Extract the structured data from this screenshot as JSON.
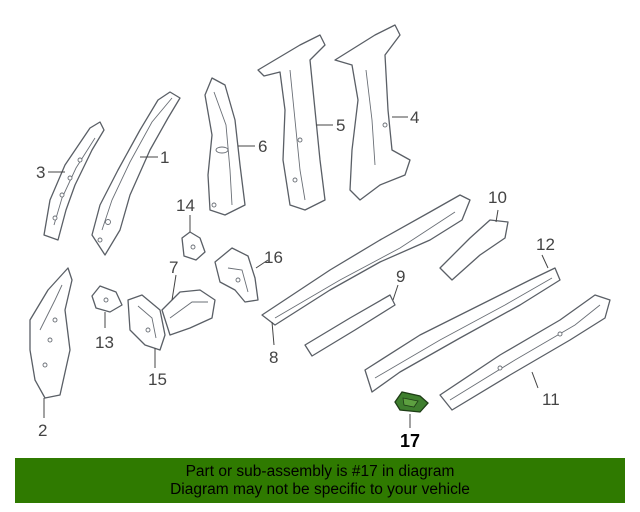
{
  "callouts": {
    "c1": "1",
    "c2": "2",
    "c3": "3",
    "c4": "4",
    "c5": "5",
    "c6": "6",
    "c7": "7",
    "c8": "8",
    "c9": "9",
    "c10": "10",
    "c11": "11",
    "c12": "12",
    "c13": "13",
    "c14": "14",
    "c15": "15",
    "c16": "16",
    "c17": "17"
  },
  "highlighted_part": "17",
  "colors": {
    "banner": "#2f7a00",
    "highlight": "#3f7f2e"
  },
  "banner": {
    "line1": "Part or sub-assembly is #17 in diagram",
    "line2": "Diagram may not be specific to your vehicle"
  }
}
